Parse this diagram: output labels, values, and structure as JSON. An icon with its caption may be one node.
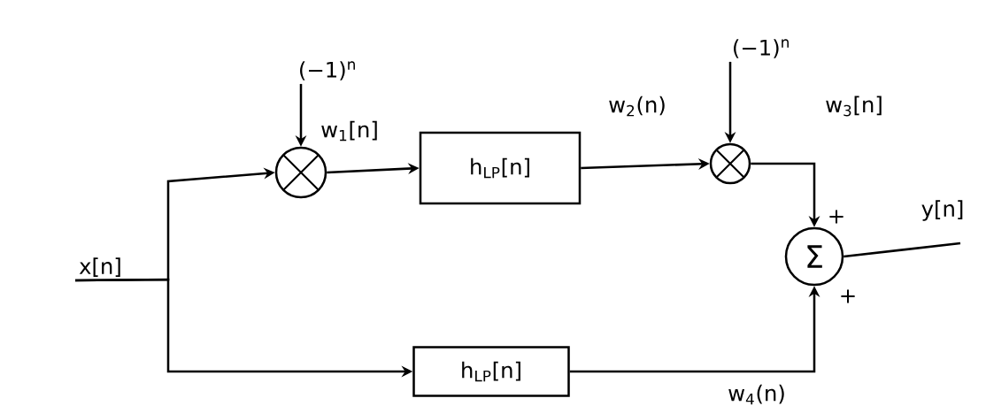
{
  "diagram": {
    "nodes": [
      {
        "text": [
          "x[n]"
        ]
      },
      {
        "text": [
          "(−1)$^{n}$"
        ]
      },
      {
        "text": [],
        "shape": "circle"
      },
      {
        "text": [
          "h$_{LP}$[n]"
        ]
      },
      {
        "text": [
          "(−1)$^{n}$"
        ]
      },
      {
        "text": [],
        "shape": "circle"
      },
      {
        "text": [
          "Σ"
        ]
      },
      {
        "text": [
          "h$_{LP}$[n]"
        ]
      }
    ],
    "edges": [
      {
        "from": 0,
        "to": 2,
        "arrow": "to"
      },
      {
        "from": 0,
        "to": 7,
        "arrow": "to"
      },
      {
        "from": 1,
        "to": 2,
        "arrow": "to"
      },
      {
        "from": 2,
        "to": 3,
        "arrow": "to",
        "label": "w$_{1}$[n]"
      },
      {
        "from": 3,
        "to": 5,
        "arrow": "to",
        "label": "w$_{2}$(n)"
      },
      {
        "from": 4,
        "to": 5,
        "arrow": "to"
      },
      {
        "from": 5,
        "to": 6,
        "arrow": "to",
        "label": "w$_{3}$[n]"
      },
      {
        "from": 7,
        "to": 6,
        "arrow": "to",
        "label": "w$_{4}$(n)"
      },
      {
        "from": 6,
        "to": null,
        "arrow": "none",
        "label": "y[n]"
      }
    ],
    "labels": [
      "+",
      "+"
    ]
  }
}
